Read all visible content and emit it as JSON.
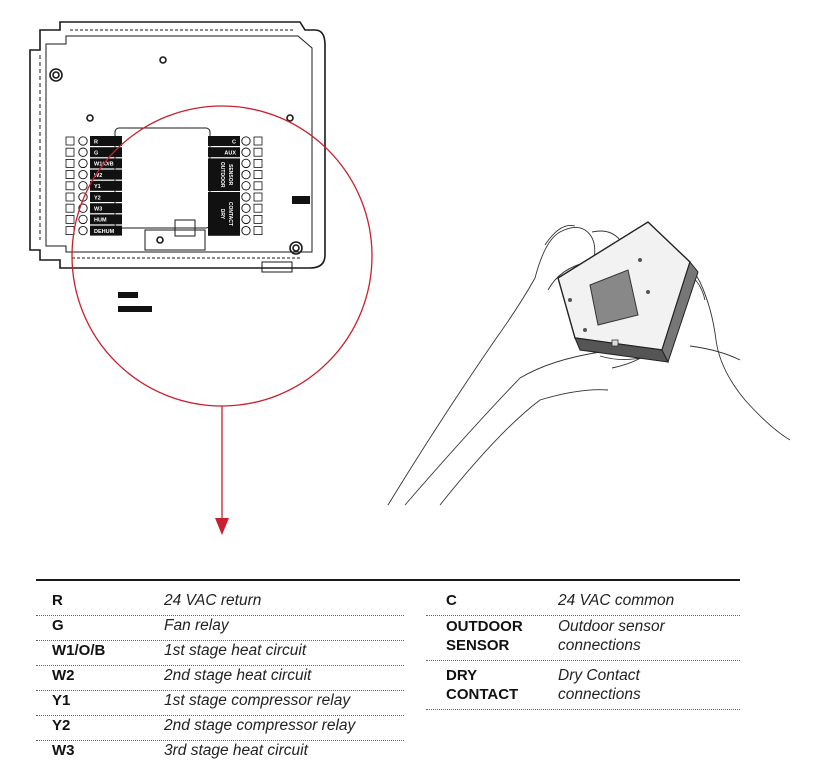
{
  "board": {
    "left_terminals": [
      "R",
      "G",
      "W1/O/B",
      "W2",
      "Y1",
      "Y2",
      "W3",
      "HUM",
      "DEHUM"
    ],
    "right_terminals": [
      "C",
      "AUX"
    ],
    "right_vertical": [
      "OUTDOOR",
      "SENSOR",
      "DRY",
      "CONTACT"
    ]
  },
  "colors": {
    "callout": "#c8202e",
    "line": "#1a1a1a",
    "terminal": "#111111"
  },
  "legend": {
    "left": [
      {
        "code": "R",
        "desc": "24 VAC return"
      },
      {
        "code": "G",
        "desc": "Fan relay"
      },
      {
        "code": "W1/O/B",
        "desc": "1st stage heat circuit"
      },
      {
        "code": "W2",
        "desc": "2nd stage heat circuit"
      },
      {
        "code": "Y1",
        "desc": "1st stage compressor relay"
      },
      {
        "code": "Y2",
        "desc": "2nd stage compressor relay"
      },
      {
        "code": "W3",
        "desc": "3rd stage heat circuit"
      }
    ],
    "right": [
      {
        "code": "C",
        "desc": "24 VAC common"
      },
      {
        "code_line1": "OUTDOOR",
        "code_line2": "SENSOR",
        "desc_line1": "Outdoor sensor",
        "desc_line2": "connections"
      },
      {
        "code_line1": "DRY",
        "code_line2": "CONTACT",
        "desc_line1": "Dry Contact",
        "desc_line2": "connections"
      }
    ]
  }
}
